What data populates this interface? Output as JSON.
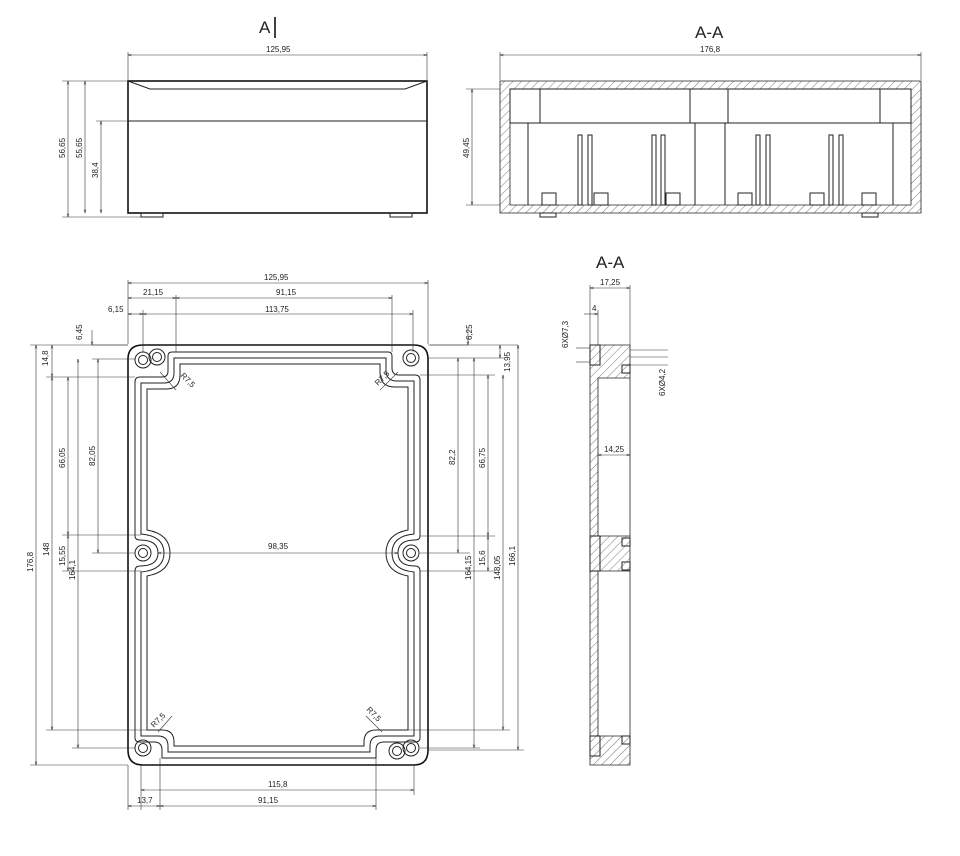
{
  "views": {
    "front": {
      "label": "A"
    },
    "section_top": {
      "label": "A-A"
    },
    "section_side": {
      "label": "A-A"
    }
  },
  "dims": {
    "front_width": "125,95",
    "front_h_total": "56,65",
    "front_h_mid": "55,65",
    "front_h_low": "38,4",
    "sec_width": "176,8",
    "sec_height": "49,45",
    "top_width": "125,95",
    "top_21": "21,15",
    "top_91a": "91,15",
    "top_6_15": "6,15",
    "top_113": "113,75",
    "top_6_45": "6,45",
    "top_6_25": "6,25",
    "left_14_8": "14,8",
    "left_66_05": "66,05",
    "left_82_05": "82,05",
    "left_15_55": "15,55",
    "left_164_1": "164,1",
    "left_148": "148",
    "left_176_8": "176,8",
    "right_13_95": "13,95",
    "right_82_2": "82,2",
    "right_66_75": "66,75",
    "right_164_15": "164,15",
    "right_15_6": "15,6",
    "right_148_05": "148,05",
    "right_166_1": "166,1",
    "mid_98_35": "98,35",
    "r_tl": "R7,5",
    "r_tr": "R7,5",
    "r_bl": "R7,5",
    "r_br": "R7,5",
    "bot_115_8": "115,8",
    "bot_13_7": "13,7",
    "bot_91_15": "91,15",
    "side_17_25": "17,25",
    "side_4": "4",
    "side_6x73": "6XØ7,3",
    "side_6x42": "6XØ4,2",
    "side_14_25": "14,25"
  }
}
